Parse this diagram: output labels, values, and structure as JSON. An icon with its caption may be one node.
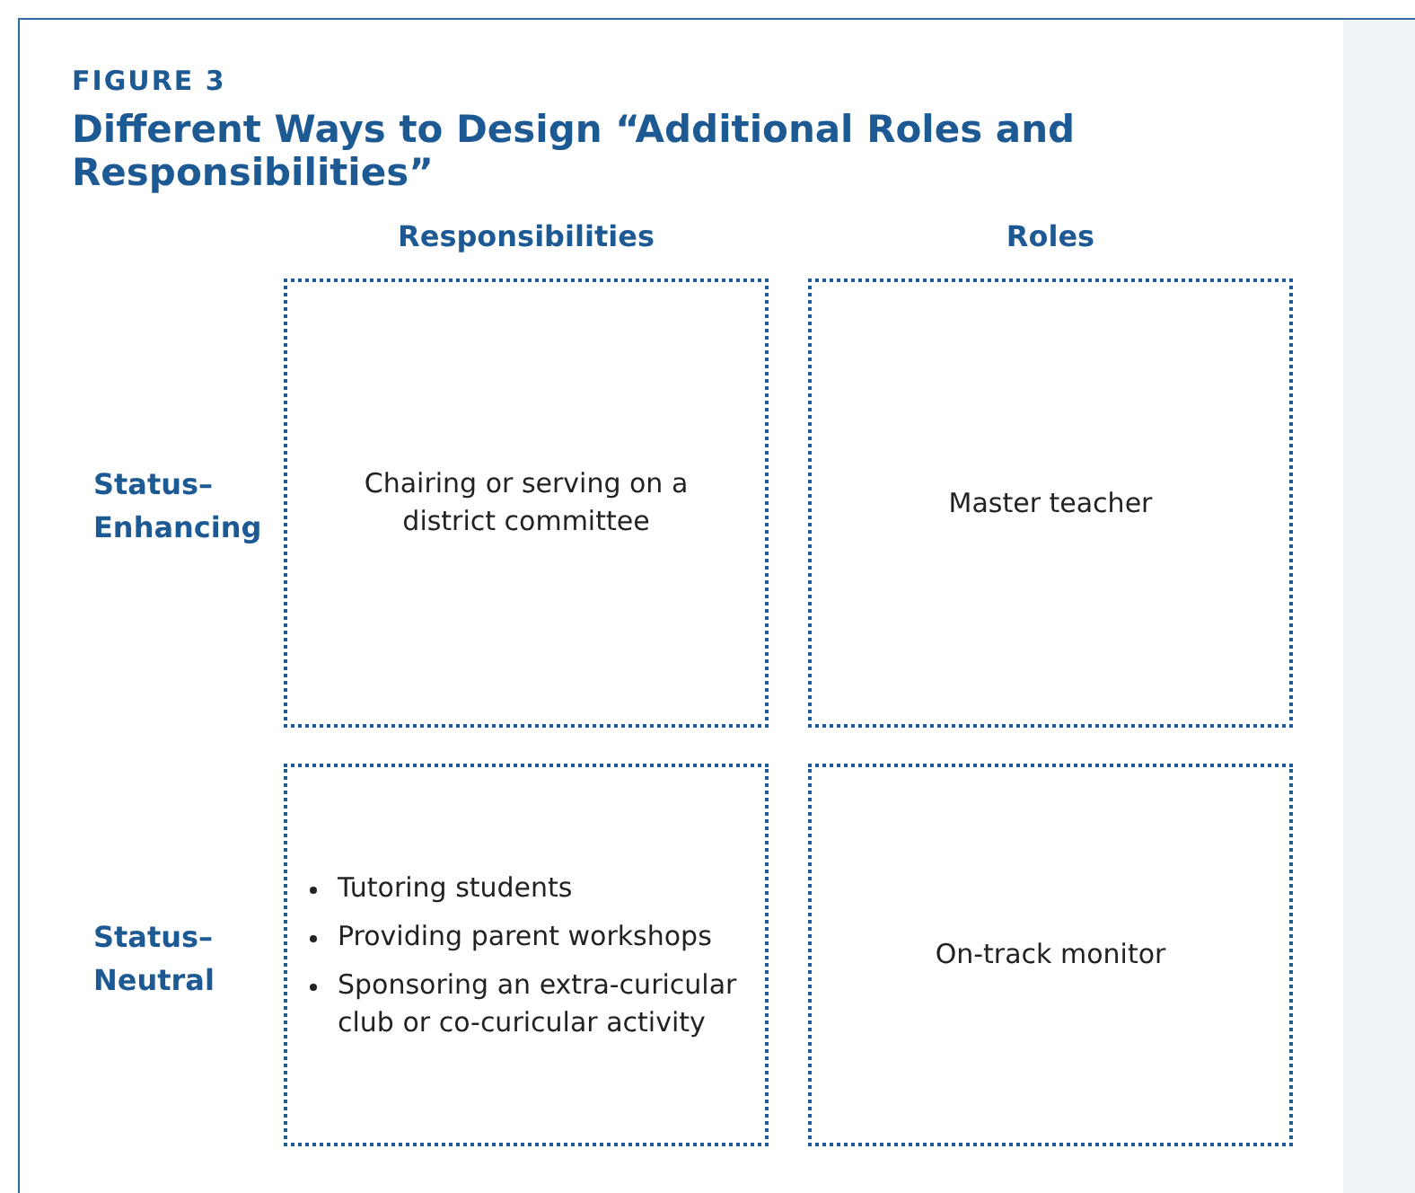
{
  "diagram": {
    "title": "Different Ways to Design “Additional Roles and Responsibilities”",
    "nodes": [
      {
        "text": [
          "Chairing or serving on a district committee"
        ]
      },
      {
        "text": [
          "Master teacher"
        ]
      },
      {
        "text": [
          "Tutoring students",
          "Providing parent workshops",
          "Sponsoring an extra-curicular club or co-curicular activity"
        ]
      },
      {
        "text": [
          "On-track monitor"
        ]
      }
    ],
    "edges": [],
    "labels": [
      "FIGURE 3",
      "Responsibilities",
      "Roles",
      "Status– Enhancing",
      "Status– Neutral"
    ]
  }
}
